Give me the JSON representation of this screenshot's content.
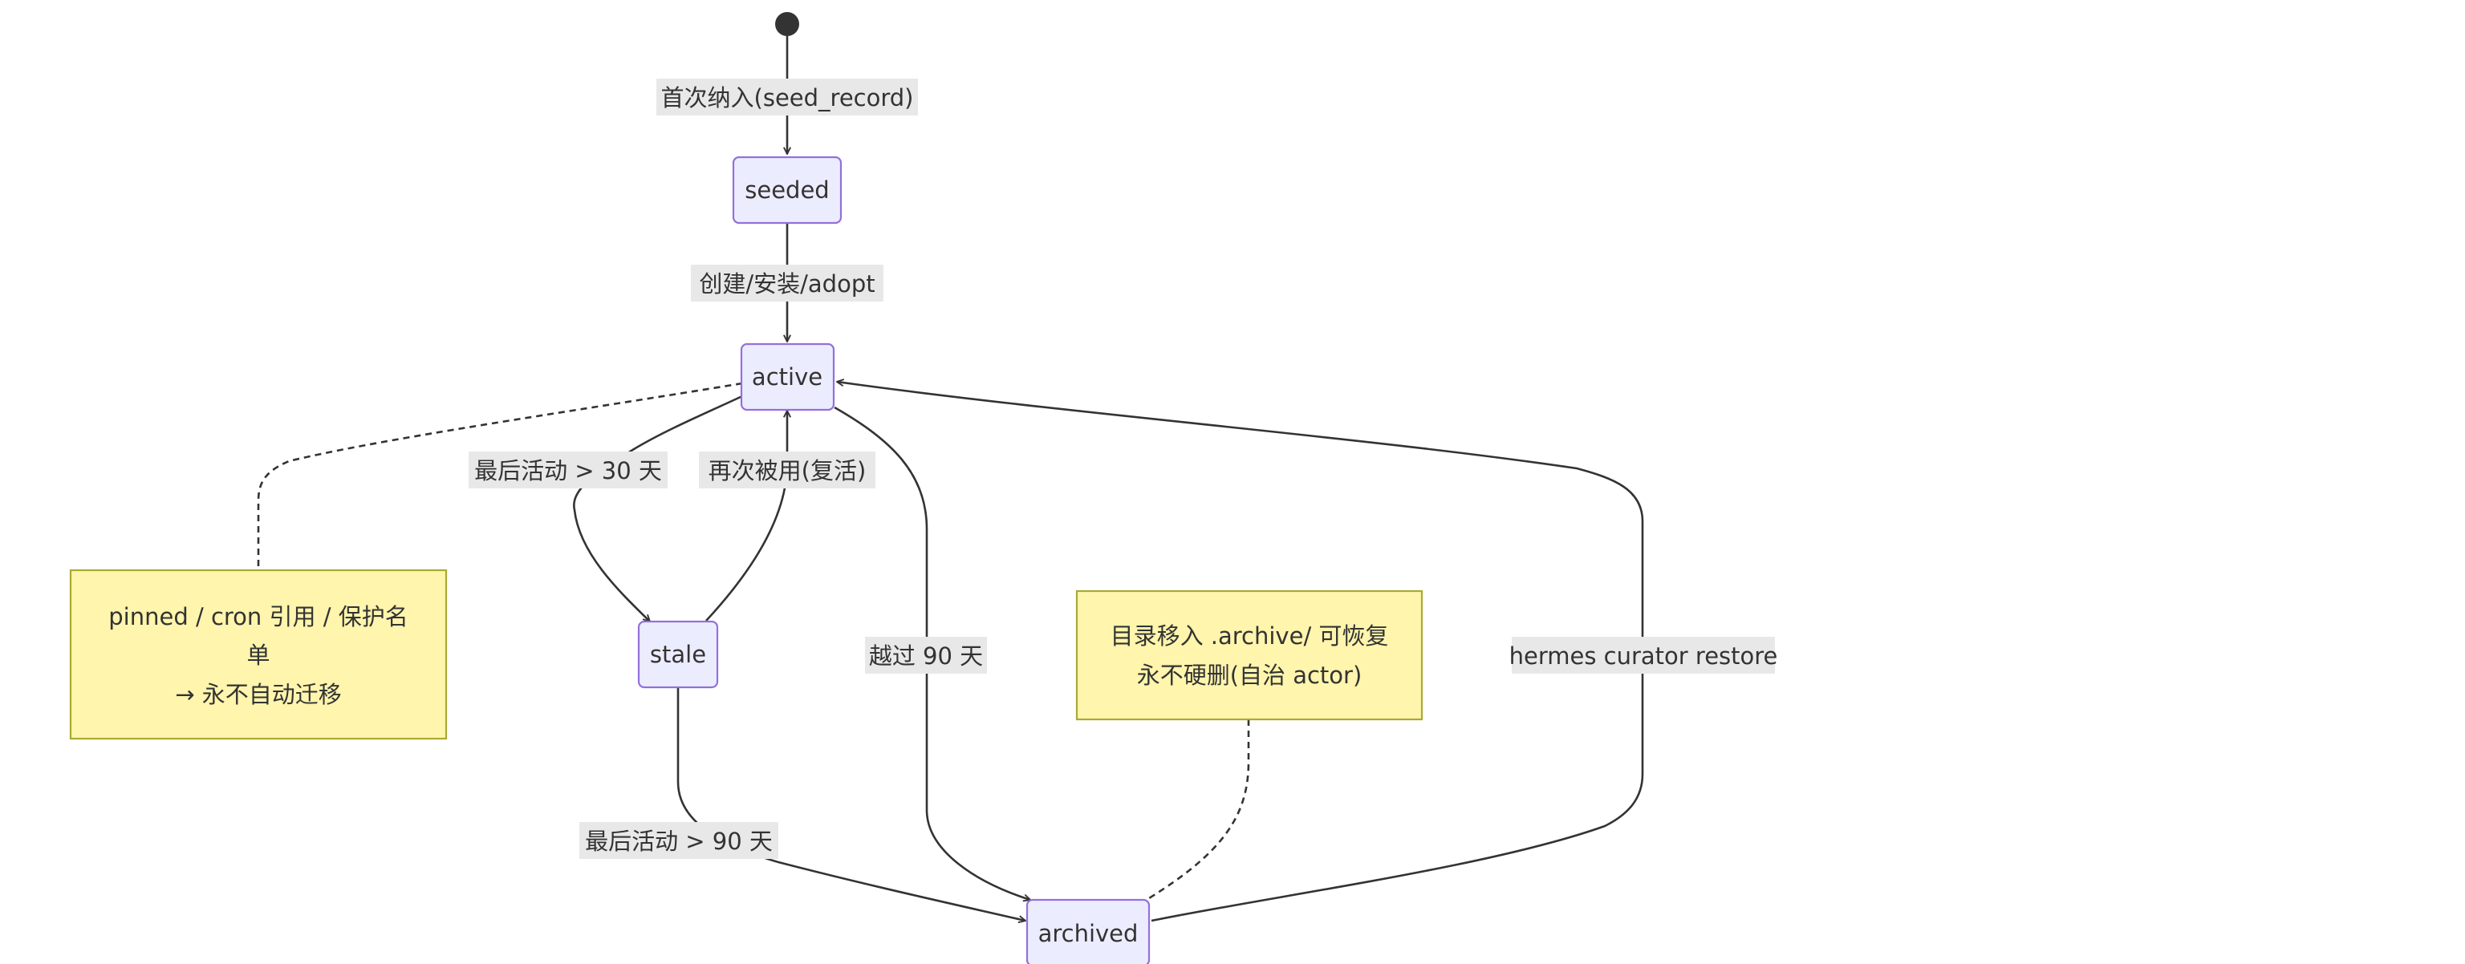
{
  "states": {
    "seeded": "seeded",
    "active": "active",
    "stale": "stale",
    "archived": "archived"
  },
  "transitions": {
    "initial_to_seeded": "首次纳入(seed_record)",
    "seeded_to_active": "创建/安装/adopt",
    "active_to_stale": "最后活动 > 30 天",
    "stale_to_active": "再次被用(复活)",
    "active_to_archived": "越过 90 天",
    "stale_to_archived": "最后活动 > 90 天",
    "archived_to_active": "hermes curator restore"
  },
  "notes": {
    "active_note": {
      "line1": "pinned / cron 引用 / 保护名",
      "line2": "单",
      "line3": "→ 永不自动迁移"
    },
    "archived_note": {
      "line1": "目录移入 .archive/ 可恢复",
      "line2": "永不硬删(自治 actor)"
    }
  },
  "colors": {
    "state_fill": "#ECECFF",
    "state_stroke": "#9370DB",
    "note_fill": "#FFF5AD",
    "note_stroke": "#AAAA33",
    "line": "#333333",
    "label_bg": "#e8e8e8"
  }
}
